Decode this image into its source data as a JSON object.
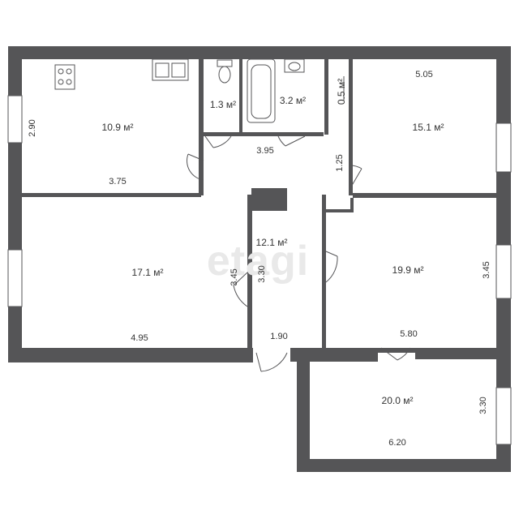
{
  "watermark": "etagi",
  "rooms": [
    {
      "name": "kitchen",
      "area": "10.9 м²"
    },
    {
      "name": "toilet",
      "area": "1.3 м²"
    },
    {
      "name": "bathroom",
      "area": "3.2 м²"
    },
    {
      "name": "closet",
      "area": "0.5 м²"
    },
    {
      "name": "room-top-right",
      "area": "15.1 м²"
    },
    {
      "name": "room-left",
      "area": "17.1 м²"
    },
    {
      "name": "hallway",
      "area": "12.1 м²"
    },
    {
      "name": "room-right",
      "area": "19.9 м²"
    },
    {
      "name": "room-bottom",
      "area": "20.0 м²"
    }
  ],
  "dimensions": {
    "kitchen_height": "2.90",
    "kitchen_width": "3.75",
    "corridor_width": "3.95",
    "corridor_height": "1.25",
    "top_right_width": "5.05",
    "left_room_width": "4.95",
    "left_room_height": "3.45",
    "hallway_height": "3.30",
    "hallway_width": "1.90",
    "right_room_width": "5.80",
    "right_room_height": "3.45",
    "bottom_room_height": "3.30",
    "bottom_room_width": "6.20"
  },
  "colors": {
    "wall": "#555557",
    "text": "#333333",
    "watermark": "#e9e9e9"
  }
}
